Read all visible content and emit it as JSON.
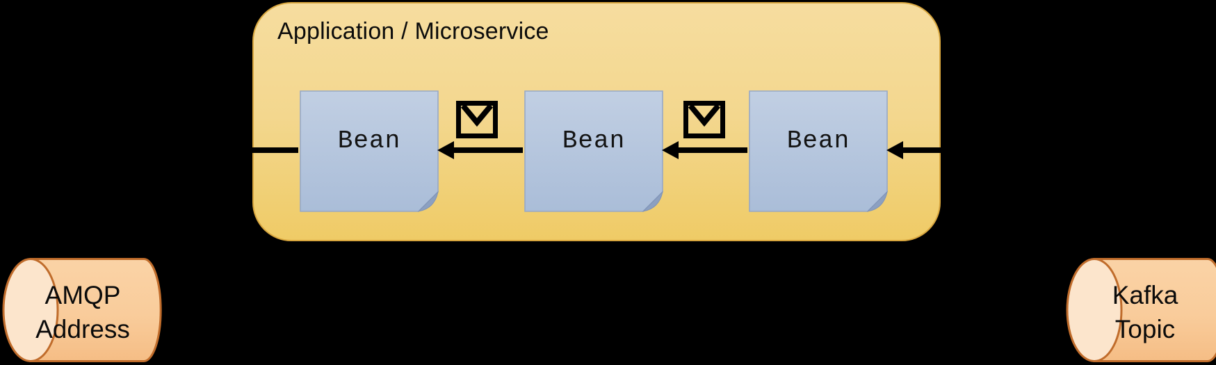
{
  "diagram": {
    "background_color": "#000000",
    "application": {
      "title": "Application / Microservice",
      "beans": [
        {
          "label": "Bean"
        },
        {
          "label": "Bean"
        },
        {
          "label": "Bean"
        }
      ],
      "colors": {
        "box_fill_top": "#F6DD9F",
        "box_fill_bottom": "#EFCB66",
        "box_border": "#D9A73F",
        "bean_fill_top": "#C1CFE3",
        "bean_fill_bottom": "#AABDD8",
        "bean_border": "#97A8C6"
      }
    },
    "message_icons": [
      "envelope-icon",
      "envelope-icon"
    ],
    "flow": {
      "direction": "right-to-left",
      "arrow_color": "#000000"
    },
    "source_endpoint": {
      "shape": "cylinder",
      "label_line1": "Kafka",
      "label_line2": "Topic"
    },
    "destination_endpoint": {
      "shape": "cylinder",
      "label_line1": "AMQP",
      "label_line2": "Address"
    },
    "cylinder_colors": {
      "fill": "#F8CBAD",
      "end_fill": "#FCE5CC",
      "border": "#C06C2B"
    }
  }
}
